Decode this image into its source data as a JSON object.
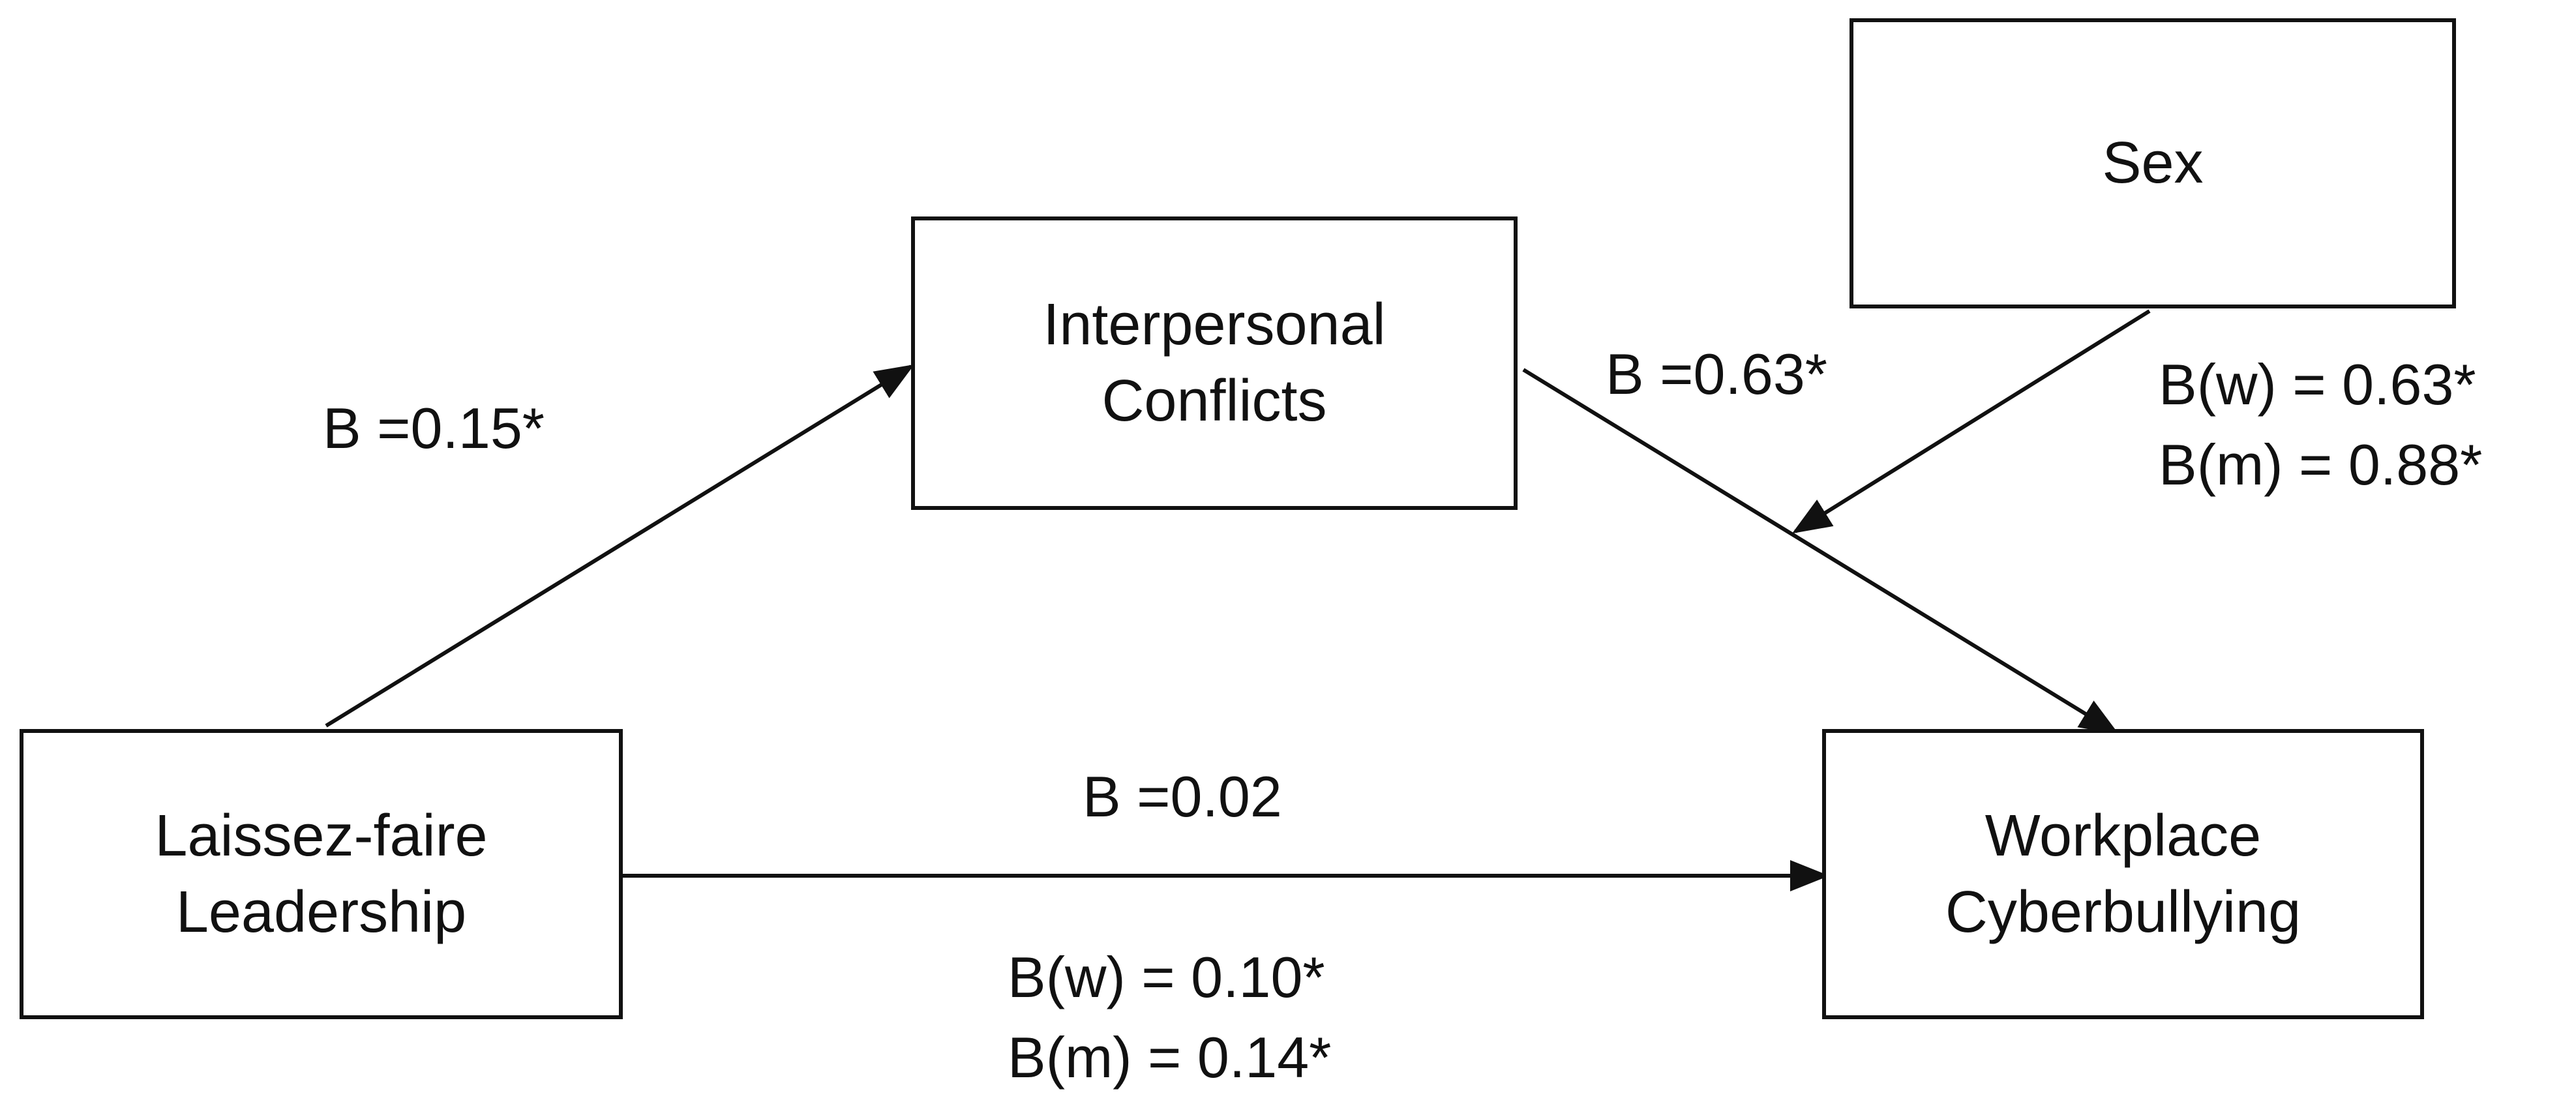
{
  "nodes": {
    "laissez_faire": {
      "line1": "Laissez-faire",
      "line2": "Leadership"
    },
    "interpersonal": {
      "line1": "Interpersonal",
      "line2": "Conflicts"
    },
    "workplace": {
      "line1": "Workplace",
      "line2": "Cyberbullying"
    },
    "sex": {
      "label": "Sex"
    }
  },
  "paths": {
    "a_path": {
      "label": "B =0.15*"
    },
    "b_path": {
      "label": "B =0.63*"
    },
    "c_path": {
      "label": "B =0.02"
    },
    "direct_by_sex": {
      "women": "B(w) = 0.10*",
      "men": "B(m) = 0.14*"
    },
    "moderation_by_sex": {
      "women": "B(w) = 0.63*",
      "men": "B(m) = 0.88*"
    }
  },
  "colors": {
    "stroke": "#111111",
    "text": "#111111",
    "background": "#ffffff"
  }
}
